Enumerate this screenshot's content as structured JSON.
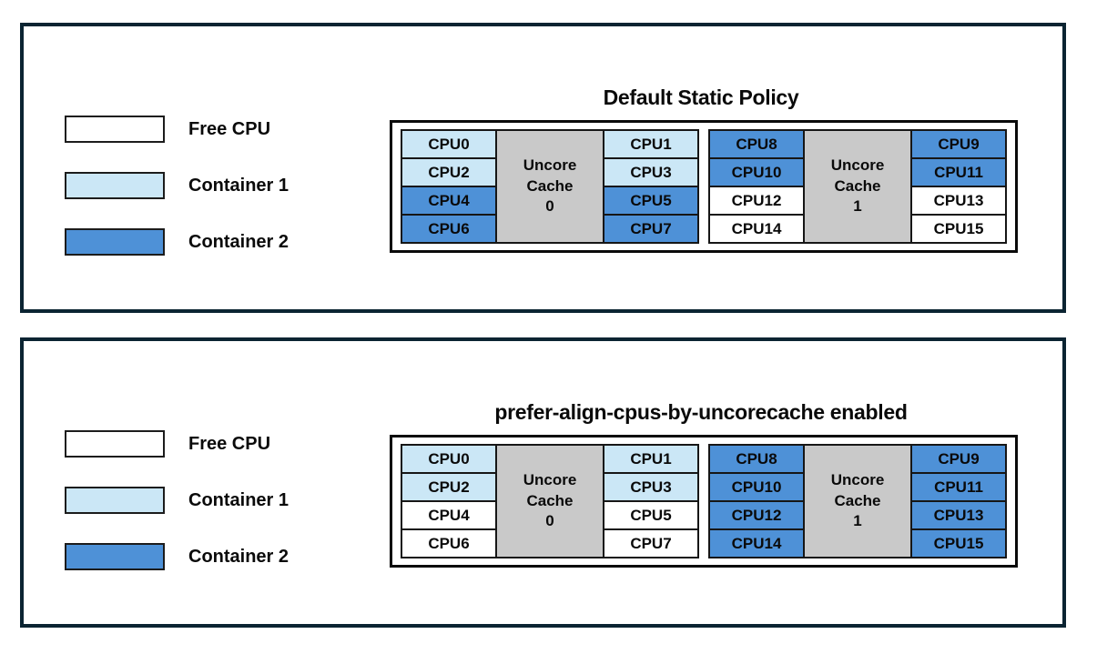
{
  "colors": {
    "free": "#ffffff",
    "container1": "#cbe7f6",
    "container2": "#4e91d7",
    "cache": "#c9c9c9",
    "panel_border": "#0b2432"
  },
  "legend": [
    {
      "label": "Free CPU",
      "state": "free"
    },
    {
      "label": "Container 1",
      "state": "container1"
    },
    {
      "label": "Container 2",
      "state": "container2"
    }
  ],
  "panels": [
    {
      "title": "Default Static Policy",
      "groups": [
        {
          "cache": {
            "state": "cache",
            "lines": [
              "Uncore",
              "Cache",
              "0"
            ]
          },
          "left": [
            {
              "label": "CPU0",
              "state": "container1"
            },
            {
              "label": "CPU2",
              "state": "container1"
            },
            {
              "label": "CPU4",
              "state": "container2"
            },
            {
              "label": "CPU6",
              "state": "container2"
            }
          ],
          "right": [
            {
              "label": "CPU1",
              "state": "container1"
            },
            {
              "label": "CPU3",
              "state": "container1"
            },
            {
              "label": "CPU5",
              "state": "container2"
            },
            {
              "label": "CPU7",
              "state": "container2"
            }
          ]
        },
        {
          "cache": {
            "state": "cache",
            "lines": [
              "Uncore",
              "Cache",
              "1"
            ]
          },
          "left": [
            {
              "label": "CPU8",
              "state": "container2"
            },
            {
              "label": "CPU10",
              "state": "container2"
            },
            {
              "label": "CPU12",
              "state": "free"
            },
            {
              "label": "CPU14",
              "state": "free"
            }
          ],
          "right": [
            {
              "label": "CPU9",
              "state": "container2"
            },
            {
              "label": "CPU11",
              "state": "container2"
            },
            {
              "label": "CPU13",
              "state": "free"
            },
            {
              "label": "CPU15",
              "state": "free"
            }
          ]
        }
      ]
    },
    {
      "title": "prefer-align-cpus-by-uncorecache enabled",
      "groups": [
        {
          "cache": {
            "state": "cache",
            "lines": [
              "Uncore",
              "Cache",
              "0"
            ]
          },
          "left": [
            {
              "label": "CPU0",
              "state": "container1"
            },
            {
              "label": "CPU2",
              "state": "container1"
            },
            {
              "label": "CPU4",
              "state": "free"
            },
            {
              "label": "CPU6",
              "state": "free"
            }
          ],
          "right": [
            {
              "label": "CPU1",
              "state": "container1"
            },
            {
              "label": "CPU3",
              "state": "container1"
            },
            {
              "label": "CPU5",
              "state": "free"
            },
            {
              "label": "CPU7",
              "state": "free"
            }
          ]
        },
        {
          "cache": {
            "state": "cache",
            "lines": [
              "Uncore",
              "Cache",
              "1"
            ]
          },
          "left": [
            {
              "label": "CPU8",
              "state": "container2"
            },
            {
              "label": "CPU10",
              "state": "container2"
            },
            {
              "label": "CPU12",
              "state": "container2"
            },
            {
              "label": "CPU14",
              "state": "container2"
            }
          ],
          "right": [
            {
              "label": "CPU9",
              "state": "container2"
            },
            {
              "label": "CPU11",
              "state": "container2"
            },
            {
              "label": "CPU13",
              "state": "container2"
            },
            {
              "label": "CPU15",
              "state": "container2"
            }
          ]
        }
      ]
    }
  ]
}
